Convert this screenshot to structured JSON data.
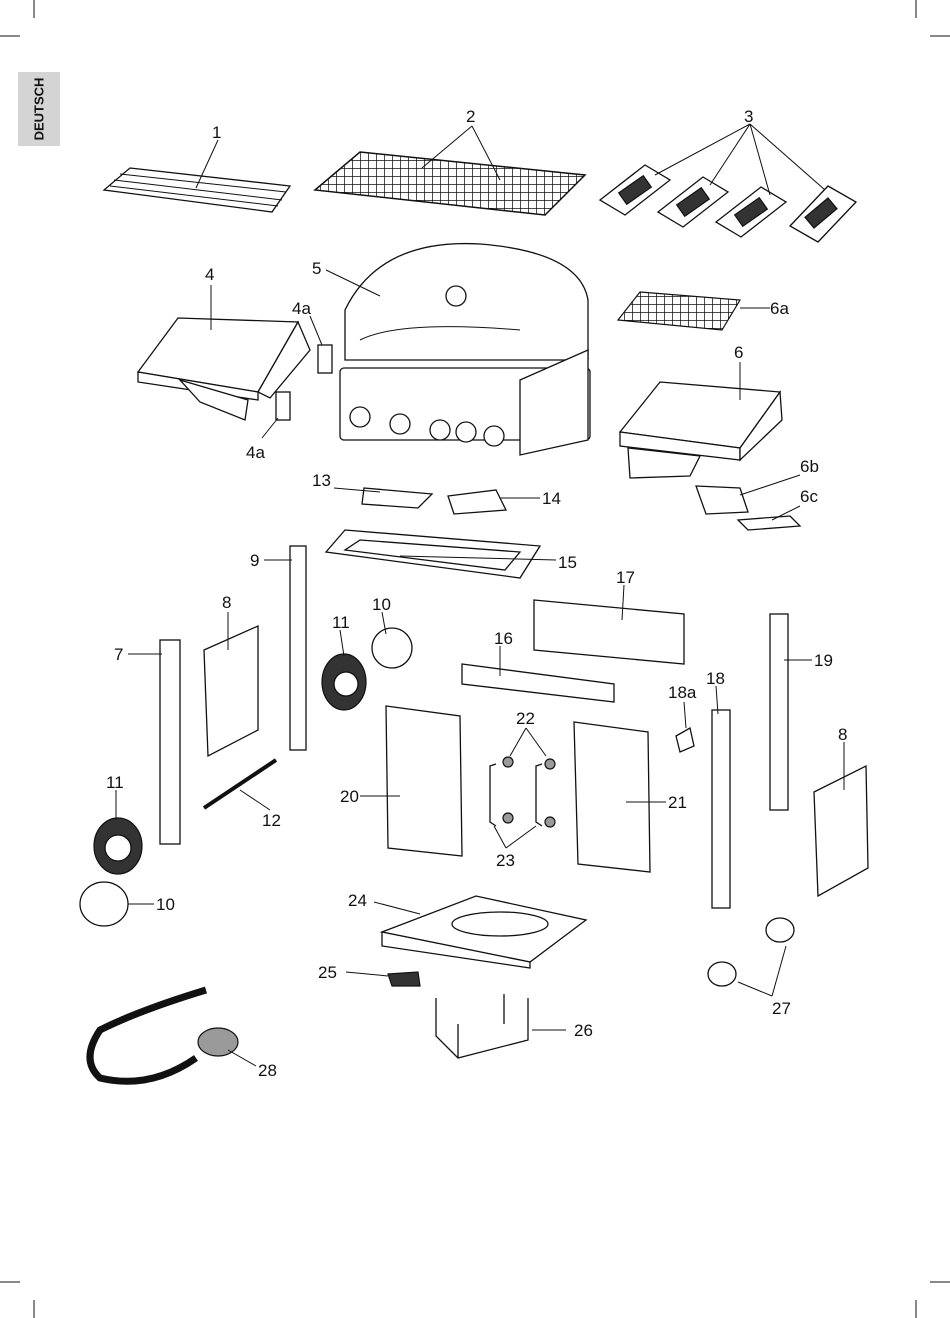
{
  "sidebar": {
    "language_tab": "DEUTSCH"
  },
  "labels": {
    "p1": "1",
    "p2": "2",
    "p3": "3",
    "p4": "4",
    "p4a_top": "4a",
    "p4a_bottom": "4a",
    "p5": "5",
    "p6": "6",
    "p6a": "6a",
    "p6b": "6b",
    "p6c": "6c",
    "p7": "7",
    "p8_left": "8",
    "p8_right": "8",
    "p9": "9",
    "p10_mid": "10",
    "p10_left": "10",
    "p11_mid": "11",
    "p11_left": "11",
    "p12": "12",
    "p13": "13",
    "p14": "14",
    "p15": "15",
    "p16": "16",
    "p17": "17",
    "p18": "18",
    "p18a": "18a",
    "p19": "19",
    "p20": "20",
    "p21": "21",
    "p22": "22",
    "p23": "23",
    "p24": "24",
    "p25": "25",
    "p26": "26",
    "p27": "27",
    "p28": "28"
  }
}
